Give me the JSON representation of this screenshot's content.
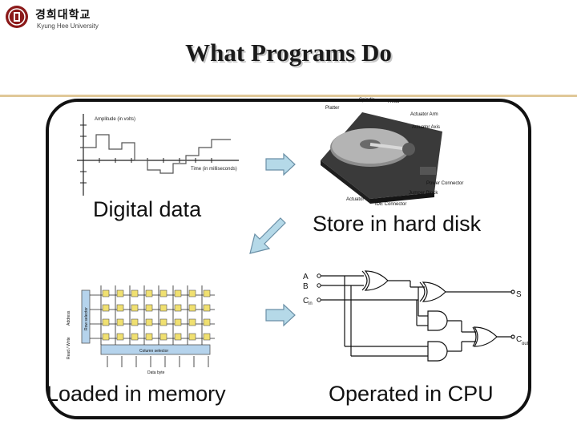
{
  "logo": {
    "name_korean": "경희대학교",
    "name_english": "Kyung Hee University"
  },
  "title": "What Programs Do",
  "labels": {
    "digital": "Digital data",
    "store": "Store in hard disk",
    "loaded": "Loaded in memory",
    "cpu": "Operated in CPU"
  },
  "signal_graph": {
    "ylabel": "Amplitude (in volts)",
    "xlabel": "Time (in milliseconds)"
  },
  "hard_disk": {
    "callouts": [
      "Spindle",
      "Head",
      "Platter",
      "Actuator Arm",
      "Actuator Axis",
      "Power Connector",
      "Jumper Block",
      "IDE Connector",
      "Actuator"
    ]
  },
  "memory": {
    "row_selector": "Row selector",
    "address": "Address",
    "read_write": "Read / Write",
    "column_selector": "Column selector",
    "data_byte": "Data byte"
  },
  "adder": {
    "inputs": [
      "A",
      "B",
      "C"
    ],
    "input_subscript": "in",
    "sum": "S",
    "carry": "C",
    "carry_subscript": "out"
  },
  "colors": {
    "accent_rule": "#e0c898",
    "arrow_fill": "#b5d9e8",
    "arrow_stroke": "#6a8fa6",
    "chip_fill": "#f0e070"
  }
}
